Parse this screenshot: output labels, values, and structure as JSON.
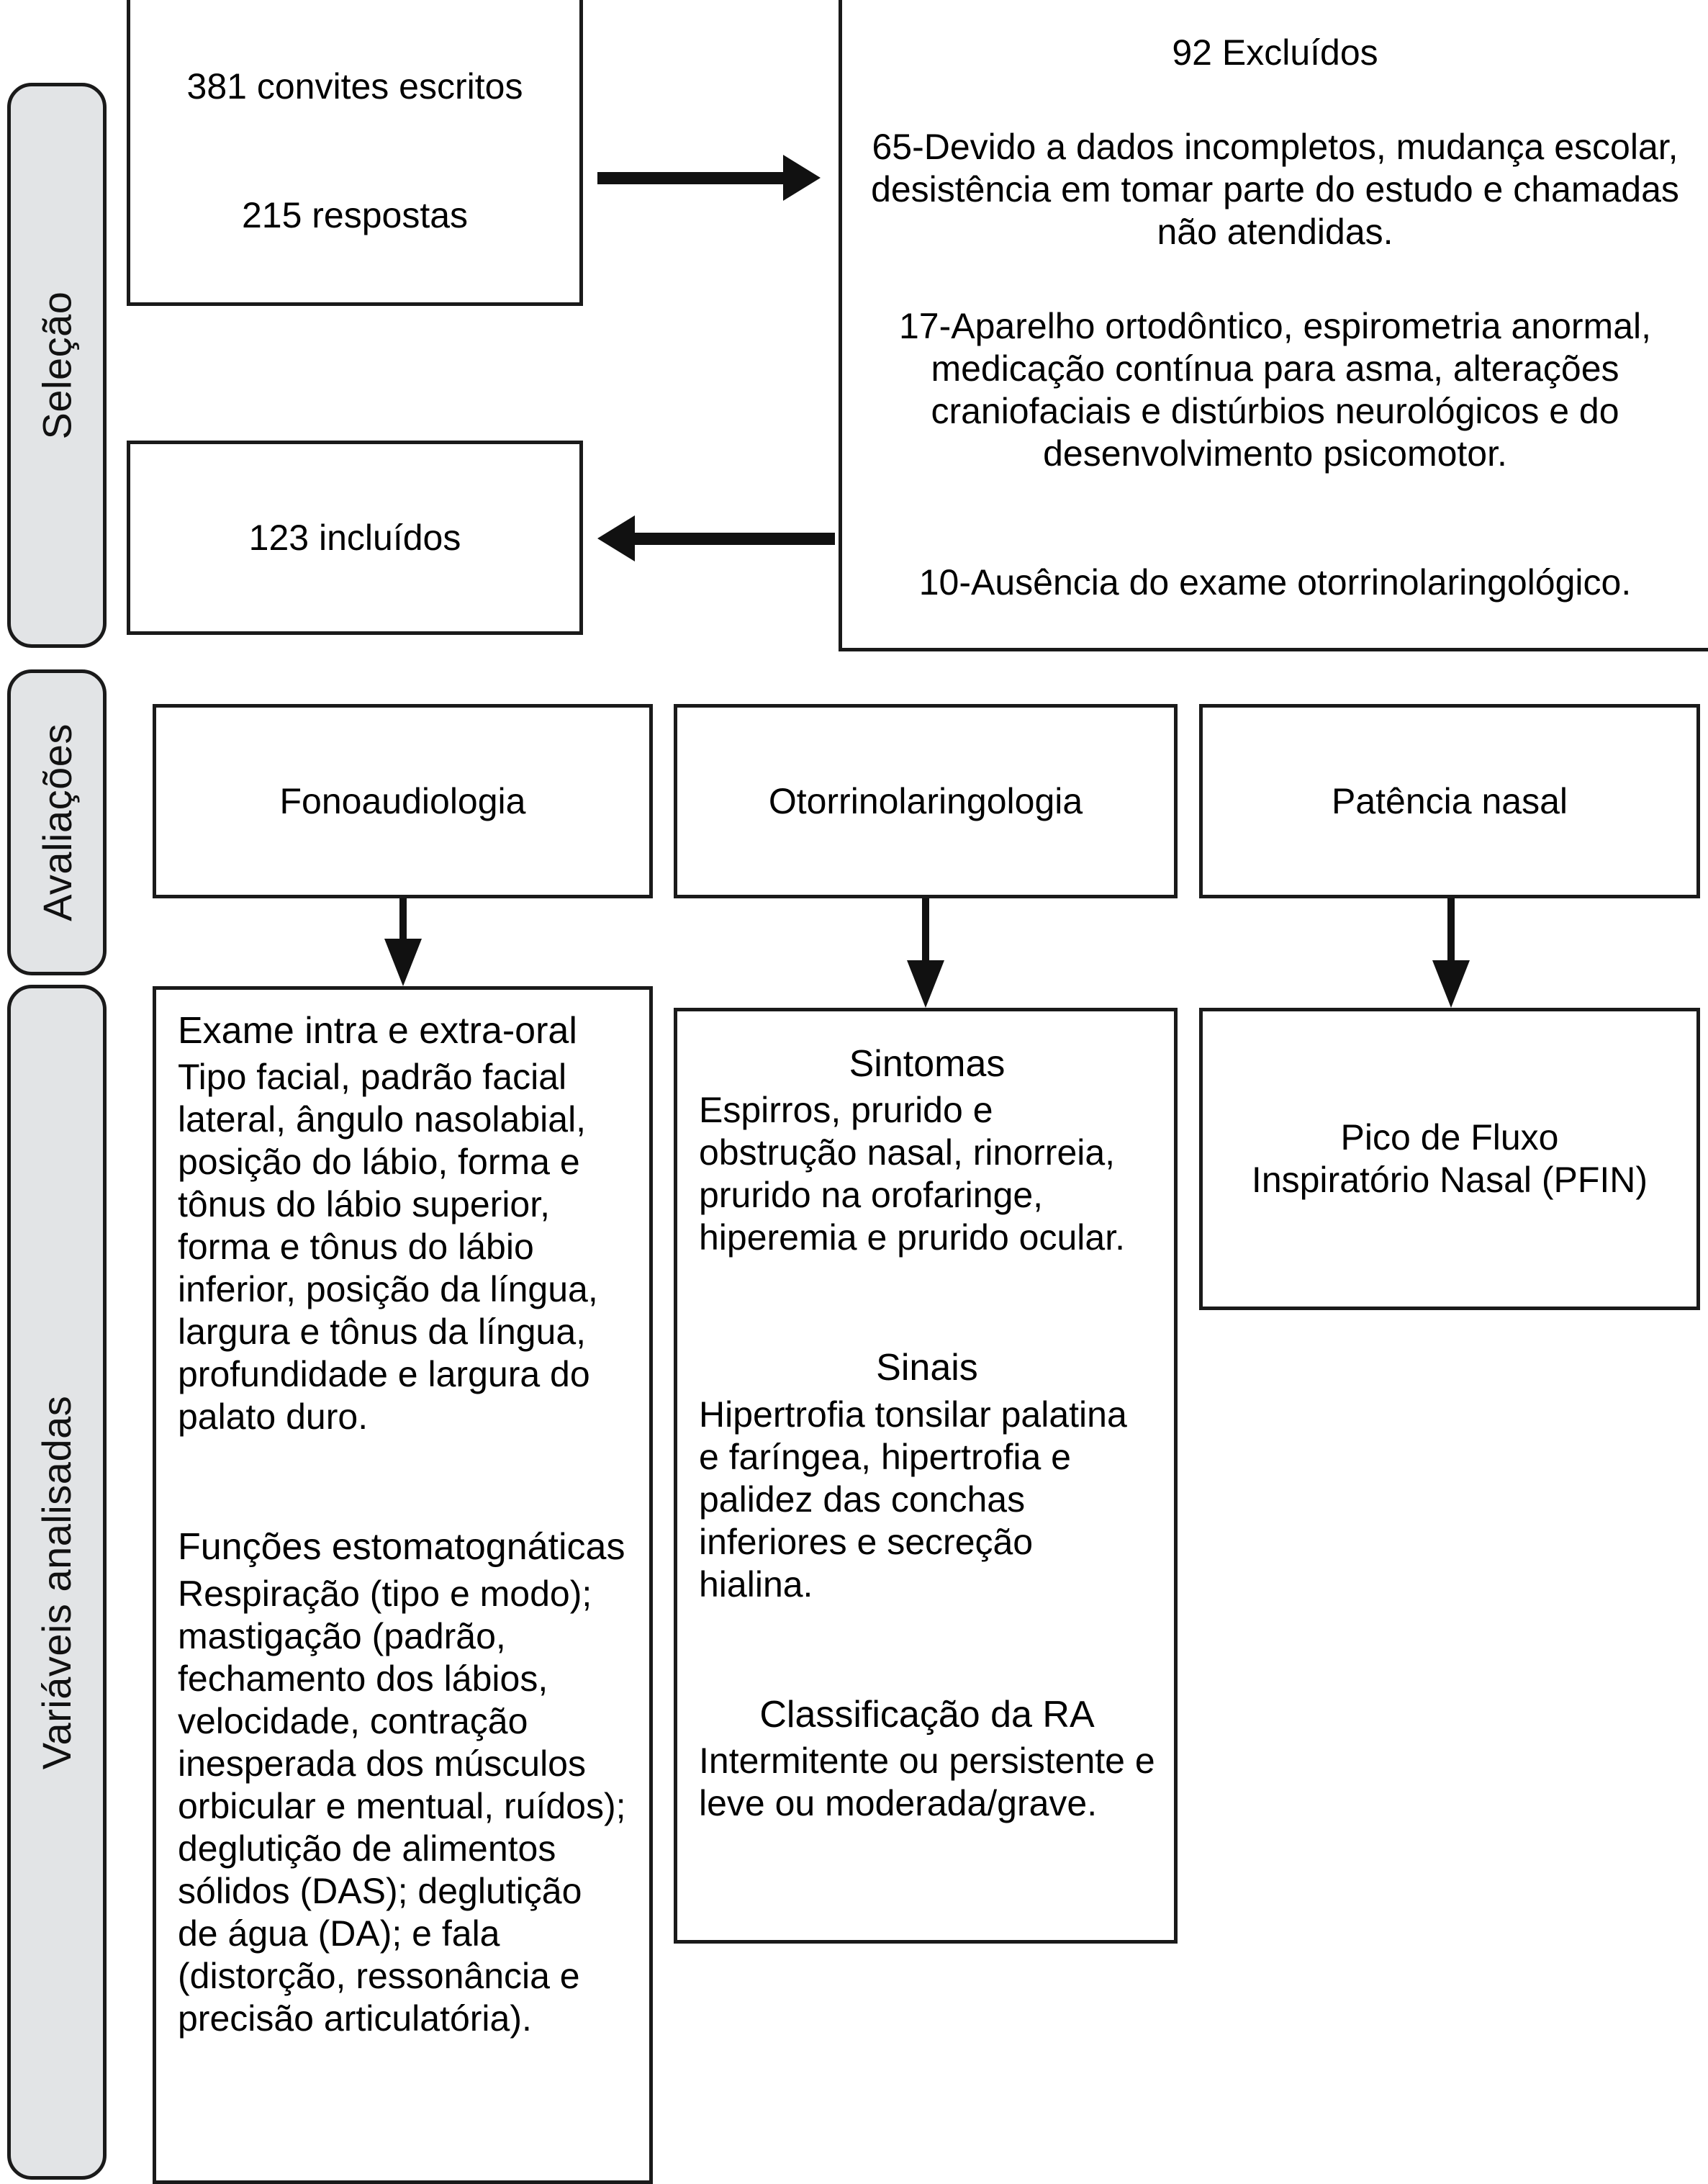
{
  "colors": {
    "sidebar_fill": "#e2e4e6",
    "stroke": "#1a1a1a",
    "text": "#000000"
  },
  "sidebar": {
    "items": [
      {
        "label": "Seleção"
      },
      {
        "label": "Avaliações"
      },
      {
        "label": "Variáveis analisadas"
      }
    ]
  },
  "selection_stage": {
    "recruitment_box": {
      "line1": "381 convites escritos",
      "line2": "215 respostas"
    },
    "excluded_box": {
      "title": "92 Excluídos",
      "reason1": "65-Devido a dados incompletos, mudança escolar, desistência em tomar parte do estudo e chamadas não atendidas.",
      "reason2": "17-Aparelho ortodôntico, espirometria anormal, medicação contínua para asma, alterações craniofaciais e distúrbios neurológicos e do desenvolvimento psicomotor.",
      "reason3": "10-Ausência do exame otorrinolaringológico."
    },
    "included_box": {
      "label": "123 incluídos"
    }
  },
  "assessments": {
    "boxes": [
      {
        "label": "Fonoaudiologia"
      },
      {
        "label": "Otorrinolaringologia"
      },
      {
        "label": "Patência nasal"
      }
    ]
  },
  "variables": {
    "speech_therapy": {
      "section1_title": "Exame intra e extra-oral",
      "section1_body": "Tipo facial, padrão facial lateral, ângulo nasolabial, posição do lábio, forma e tônus do lábio superior, forma e tônus do lábio inferior, posição da língua, largura e tônus da língua, profundidade e largura do palato duro.",
      "section2_title": "Funções estomatognáticas",
      "section2_body": "Respiração (tipo e modo); mastigação (padrão, fechamento dos lábios, velocidade, contração inesperada dos músculos orbicular e mentual, ruídos); deglutição de alimentos sólidos (DAS); deglutição de água (DA); e fala (distorção, ressonância e precisão articulatória)."
    },
    "ent": {
      "section1_title": "Sintomas",
      "section1_body": "Espirros, prurido e obstrução nasal, rinorreia, prurido na orofaringe, hiperemia e prurido ocular.",
      "section2_title": "Sinais",
      "section2_body": "Hipertrofia tonsilar palatina e faríngea, hipertrofia e palidez das conchas inferiores e secreção hialina.",
      "section3_title": "Classificação da RA",
      "section3_body": "Intermitente ou persistente e leve ou moderada/grave."
    },
    "nasal_patency": {
      "line1": "Pico de Fluxo",
      "line2": "Inspiratório Nasal (PFIN)"
    }
  },
  "connectors": [
    {
      "name": "recruitment-to-excluded",
      "direction": "right"
    },
    {
      "name": "excluded-to-included",
      "direction": "left"
    },
    {
      "name": "fonoaudiologia-to-exame",
      "direction": "down"
    },
    {
      "name": "otorrino-to-sintomas",
      "direction": "down"
    },
    {
      "name": "patencia-to-pfin",
      "direction": "down"
    }
  ]
}
